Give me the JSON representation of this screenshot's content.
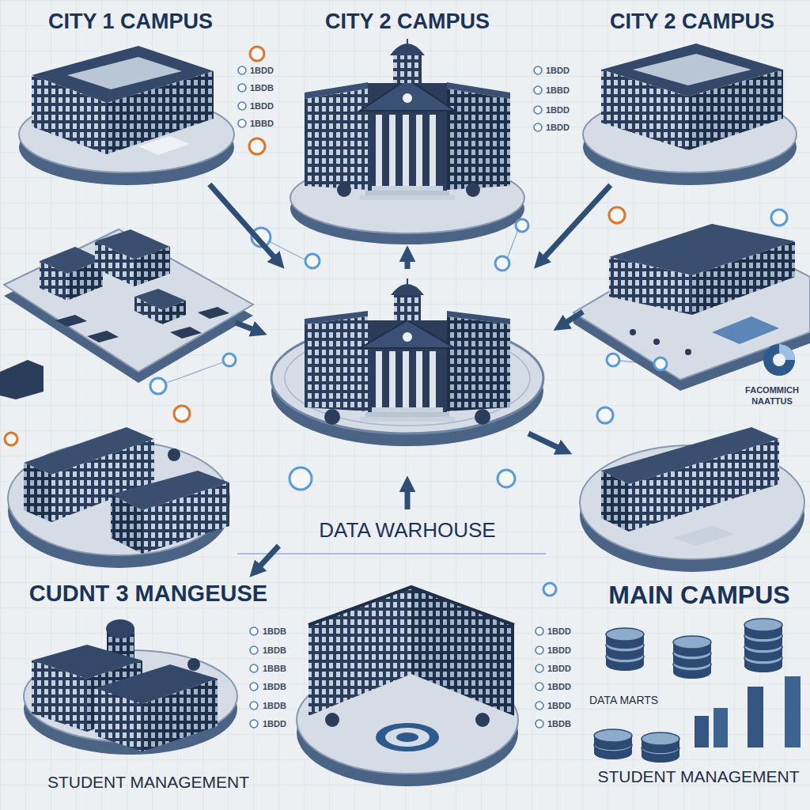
{
  "diagram": {
    "nodes": [
      {
        "text": [
          "CITY 1 CAMPUS"
        ]
      },
      {
        "text": [
          "CITY 2 CAMPUS"
        ]
      },
      {
        "text": [
          "CITY 2 CAMPUS"
        ]
      },
      {
        "text": [
          "DATA WARHOUSE"
        ]
      },
      {
        "text": [
          "CUDNT 3 MANGEUSE",
          "STUDENT MANAGEMENT"
        ]
      }
    ],
    "edges": [
      {
        "from": 0,
        "to": 3,
        "arrow": "to"
      },
      {
        "from": 3,
        "to": 1,
        "arrow": "to"
      },
      {
        "from": 2,
        "to": 3,
        "arrow": "to"
      },
      {
        "from": 3,
        "to": 4,
        "arrow": "to"
      }
    ],
    "labels": [
      "1BDD",
      "1BDB",
      "1BDD",
      "1BBD",
      "1BDD",
      "1BBD",
      "1BDD",
      "1BDD",
      "FACOMMICH NAATTUS",
      "MAIN CAMPUS",
      "1BDB",
      "1BDB",
      "1BBB",
      "1BDB",
      "1BDB",
      "1BDD",
      "1BDD",
      "1BDD",
      "1BDD",
      "1BDD",
      "1BDD",
      "1BDB",
      "DATA MARTS",
      "STUDENT MANAGEMENT"
    ]
  }
}
